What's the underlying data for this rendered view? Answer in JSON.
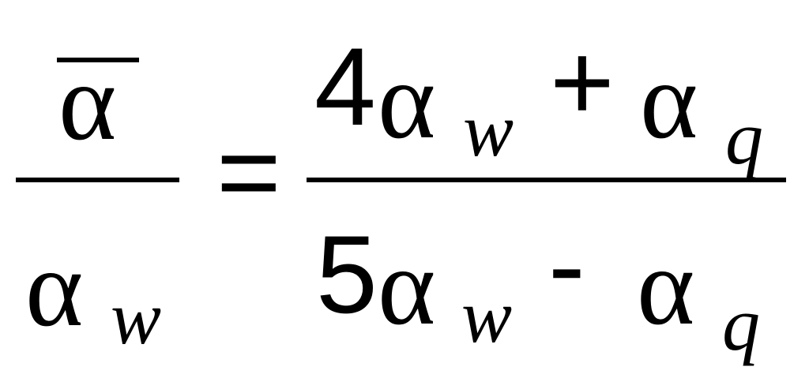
{
  "equation": {
    "lhs": {
      "numerator": {
        "symbol": "α"
      },
      "denominator": {
        "symbol": "α",
        "subscript": "w"
      }
    },
    "equals": "=",
    "rhs": {
      "numerator": {
        "coefficient": "4",
        "symbol_1": "α",
        "subscript_1": "w",
        "operator": "+",
        "symbol_2": "α",
        "subscript_2": "q"
      },
      "denominator": {
        "coefficient": "5",
        "symbol_1": "α",
        "subscript_1": "w",
        "operator": "-",
        "symbol_2": "α",
        "subscript_2": "q"
      }
    }
  }
}
